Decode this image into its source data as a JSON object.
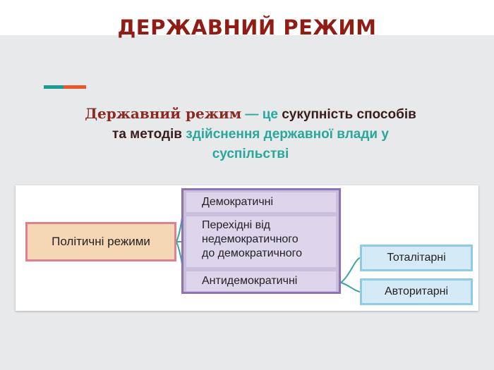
{
  "slide": {
    "title": "ДЕРЖАВНИЙ РЕЖИМ",
    "accent_colors": [
      "#1f9a92",
      "#e8582a"
    ],
    "definition": {
      "term": "Державний режим",
      "dash": " — це ",
      "part1": "сукупність способів",
      "part2": "та методів",
      "part3": " здійснення державної влади у",
      "part4": "суспільстві"
    }
  },
  "diagram": {
    "root": "Політичні режими",
    "group": [
      {
        "lines": [
          "Демократичні"
        ]
      },
      {
        "lines": [
          "Перехідні від",
          "недемократичного",
          "до демократичного"
        ]
      },
      {
        "lines": [
          "Антидемократичні"
        ]
      }
    ],
    "leaves": [
      "Тоталітарні",
      "Авторитарні"
    ]
  }
}
